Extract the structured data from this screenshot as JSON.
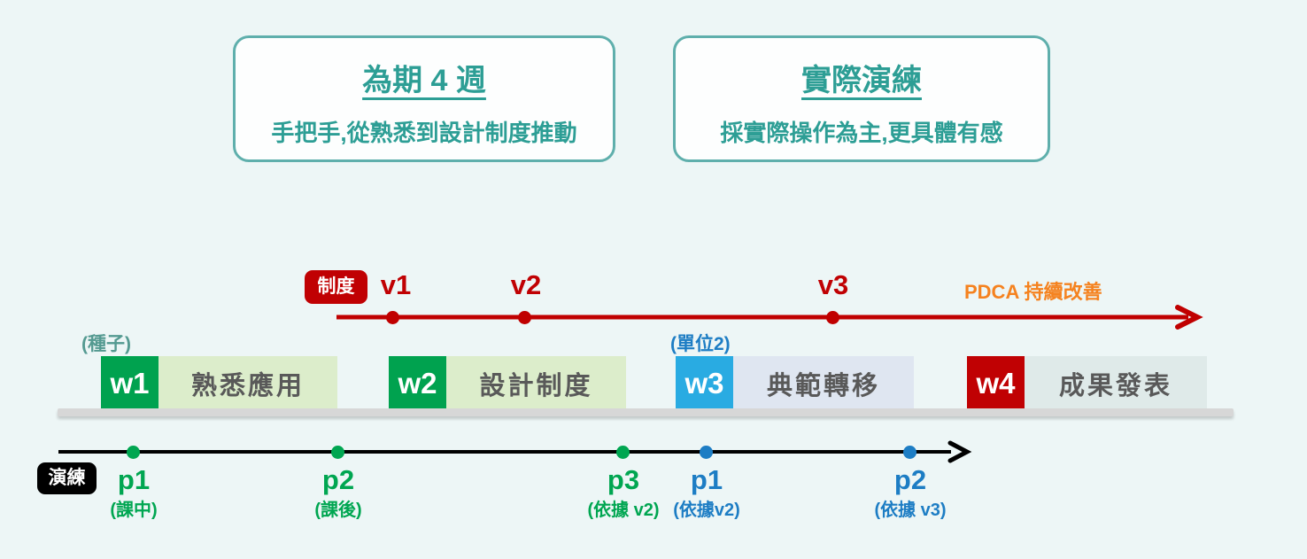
{
  "info_boxes": [
    {
      "title": "為期 4 週",
      "subtitle": "手把手,從熟悉到設計制度推動"
    },
    {
      "title": "實際演練",
      "subtitle": "採實際操作為主,更具體有感"
    }
  ],
  "system_track": {
    "badge": "制度",
    "milestones": [
      {
        "label": "v1"
      },
      {
        "label": "v2"
      },
      {
        "label": "v3"
      }
    ],
    "annotation": "PDCA 持續改善"
  },
  "weeks": [
    {
      "code": "w1",
      "title": "熟悉應用",
      "note": "(種子)"
    },
    {
      "code": "w2",
      "title": "設計制度",
      "note": ""
    },
    {
      "code": "w3",
      "title": "典範轉移",
      "note": "(單位2)"
    },
    {
      "code": "w4",
      "title": "成果發表",
      "note": ""
    }
  ],
  "practice_track": {
    "badge": "演練",
    "points": [
      {
        "label": "p1",
        "note": "(課中)",
        "color": "green"
      },
      {
        "label": "p2",
        "note": "(課後)",
        "color": "green"
      },
      {
        "label": "p3",
        "note": "(依據 v2)",
        "color": "green"
      },
      {
        "label": "p1",
        "note": "(依據v2)",
        "color": "blue"
      },
      {
        "label": "p2",
        "note": "(依據 v3)",
        "color": "blue"
      }
    ]
  },
  "colors": {
    "background": "#edf6f6",
    "teal_text": "#2d9e95",
    "teal_border": "#5fafac",
    "green": "#00a651",
    "green_light": "#dcedcb",
    "blue_badge": "#29abe2",
    "blue_light": "#dfe6f1",
    "blue_text": "#1d7dc4",
    "red": "#c00103",
    "w4_light": "#dfeae9",
    "gray_bar": "#d7d7d7",
    "gray_text": "#595959",
    "orange": "#f5821f",
    "note_teal": "#549a91",
    "black": "#000000"
  }
}
